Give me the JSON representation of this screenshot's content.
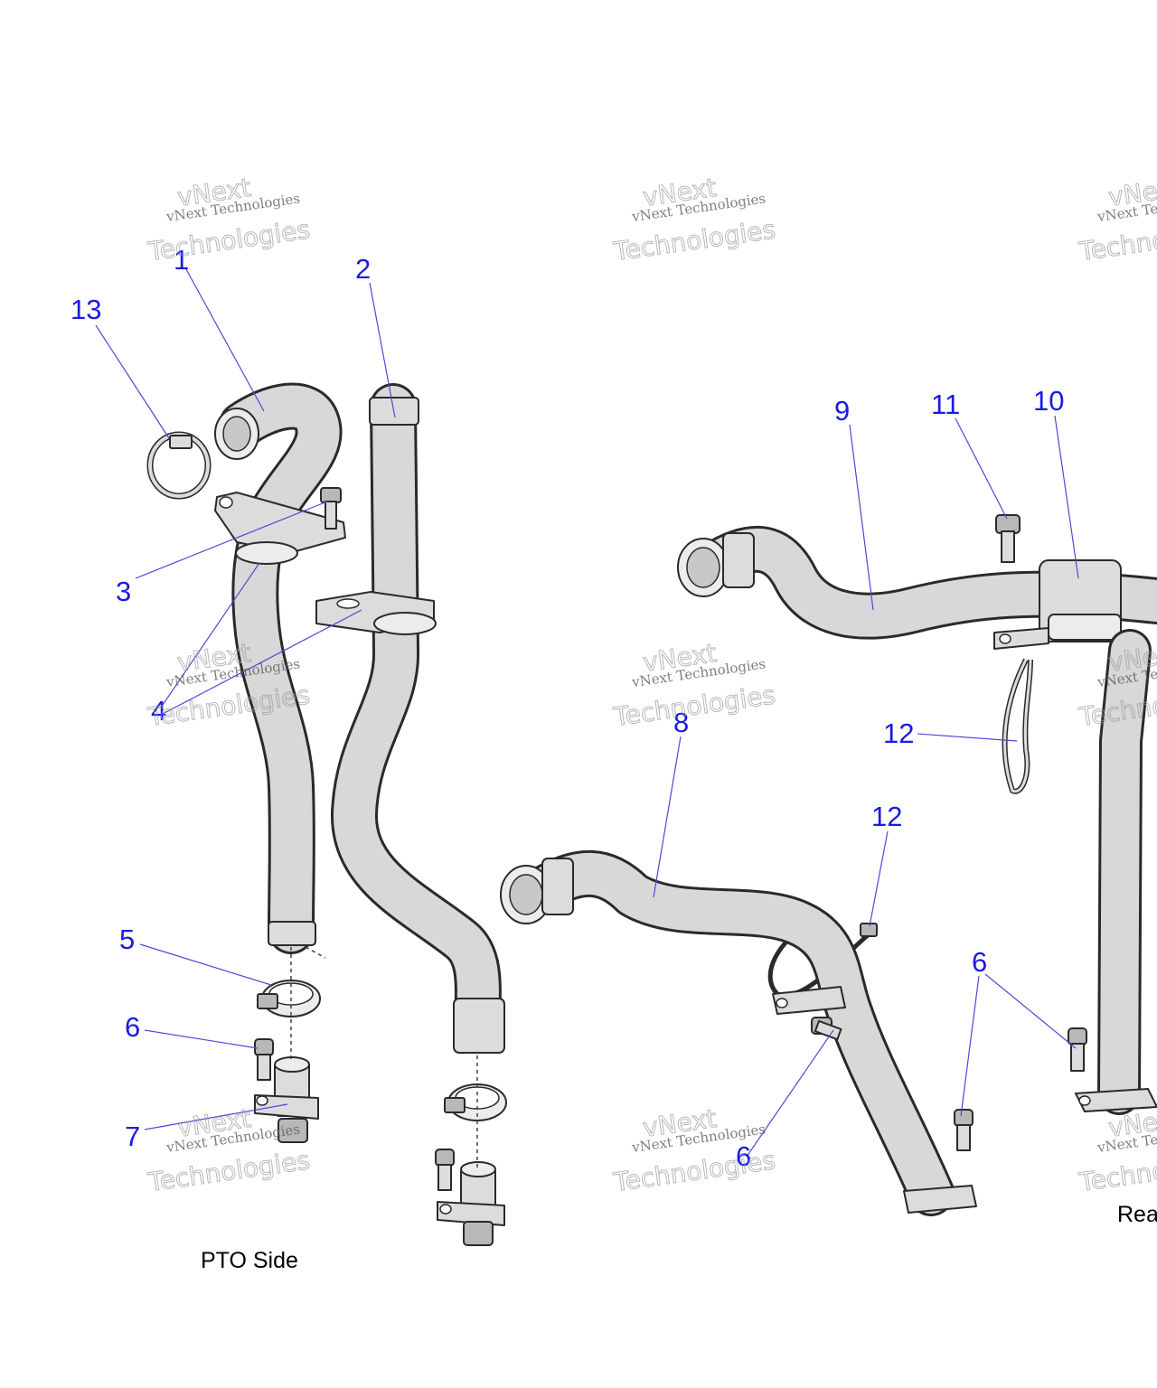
{
  "callouts": [
    {
      "id": "c1",
      "label": "1"
    },
    {
      "id": "c2",
      "label": "2"
    },
    {
      "id": "c3",
      "label": "3"
    },
    {
      "id": "c4",
      "label": "4"
    },
    {
      "id": "c5",
      "label": "5"
    },
    {
      "id": "c6a",
      "label": "6"
    },
    {
      "id": "c6b",
      "label": "6"
    },
    {
      "id": "c6c",
      "label": "6"
    },
    {
      "id": "c7",
      "label": "7"
    },
    {
      "id": "c8",
      "label": "8"
    },
    {
      "id": "c9",
      "label": "9"
    },
    {
      "id": "c10",
      "label": "10"
    },
    {
      "id": "c11",
      "label": "11"
    },
    {
      "id": "c12a",
      "label": "12"
    },
    {
      "id": "c12b",
      "label": "12"
    },
    {
      "id": "c13",
      "label": "13"
    }
  ],
  "view_labels": {
    "pto_side": "PTO Side",
    "rear": "Rea"
  },
  "watermark": {
    "line1": "vNext Technologies",
    "brand": "vNext",
    "word": "Technologies"
  },
  "colors": {
    "callout": "#1a1ae6",
    "leader": "#4a4ad8",
    "part_fill": "#dcdcdc",
    "outline": "#2a2a2a"
  }
}
